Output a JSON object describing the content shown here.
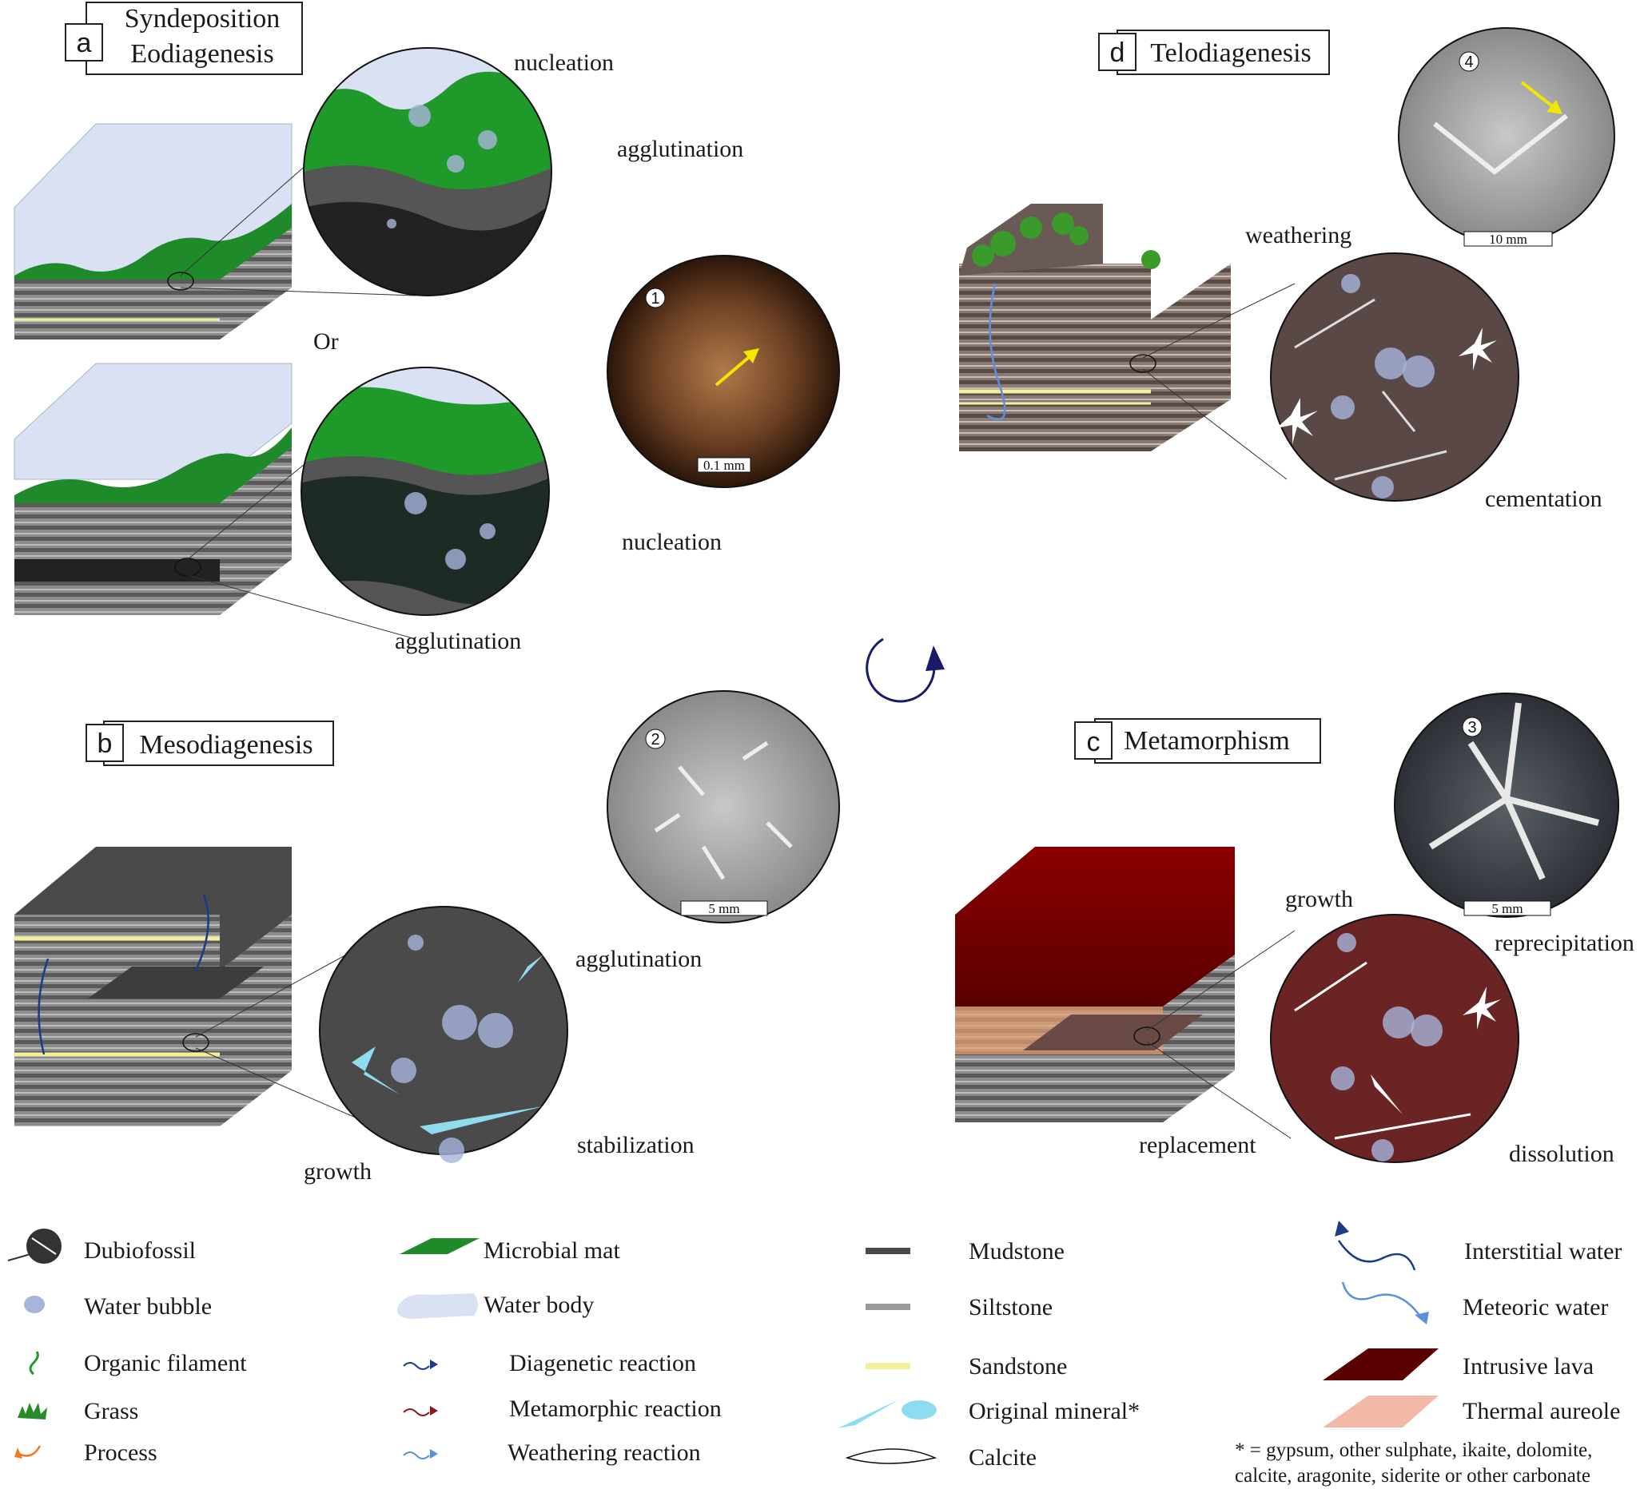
{
  "panels": {
    "a": {
      "letter": "a",
      "title_line1": "Syndeposition",
      "title_line2": "Eodiagenesis",
      "or": "Or"
    },
    "b": {
      "letter": "b",
      "title": "Mesodiagenesis"
    },
    "c": {
      "letter": "c",
      "title": "Metamorphism"
    },
    "d": {
      "letter": "d",
      "title": "Telodiagenesis"
    }
  },
  "processes": {
    "a_top_nucleation": "nucleation",
    "a_top_agglutination": "agglutination",
    "a_bot_nucleation": "nucleation",
    "a_bot_agglutination": "agglutination",
    "b_agglutination": "agglutination",
    "b_stabilization": "stabilization",
    "b_growth": "growth",
    "c_growth": "growth",
    "c_reprecipitation": "reprecipitation",
    "c_replacement": "replacement",
    "c_dissolution": "dissolution",
    "d_weathering": "weathering",
    "d_cementation": "cementation"
  },
  "photos": [
    {
      "num": "1",
      "scale": "0.1 mm"
    },
    {
      "num": "2",
      "scale": "5 mm"
    },
    {
      "num": "3",
      "scale": "5 mm"
    },
    {
      "num": "4",
      "scale": "10 mm"
    }
  ],
  "legend": {
    "col1": [
      "Dubiofossil",
      "Water bubble",
      "Organic filament",
      "Grass",
      "Process"
    ],
    "col2": [
      "Microbial mat",
      "Water body",
      "Diagenetic reaction",
      "Metamorphic reaction",
      "Weathering reaction"
    ],
    "col3": [
      "Mudstone",
      "Siltstone",
      "Sandstone",
      "Original mineral*",
      "Calcite"
    ],
    "col4": [
      "Interstitial water",
      "Meteoric water",
      "Intrusive lava",
      "Thermal aureole"
    ],
    "footnote_line1": "* = gypsum, other sulphate, ikaite, dolomite,",
    "footnote_line2": "calcite, aragonite, siderite or other carbonate"
  },
  "colors": {
    "microbial_mat": "#1f8a2a",
    "water_body": "#d9e1f2",
    "mudstone": "#4a4a4a",
    "siltstone": "#9a9a9a",
    "sandstone": "#f4ef9a",
    "original_mineral": "#8fdcf0",
    "intrusive_lava": "#5a0000",
    "thermal_aureole": "#f2b8a8",
    "process_arrow": "#f07a20",
    "interstitial_water": "#1a3a8a",
    "meteoric_water": "#5a90e0"
  },
  "icons": [
    "dubiofossil-icon",
    "water-bubble-icon",
    "organic-filament-icon",
    "grass-icon",
    "process-arrow-icon",
    "cycle-arrow-icon"
  ]
}
